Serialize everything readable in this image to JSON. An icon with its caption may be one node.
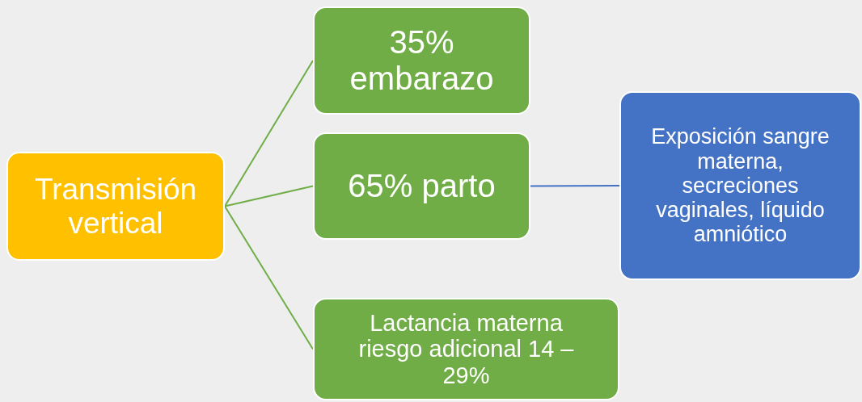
{
  "diagram": {
    "nodes": [
      {
        "text": [
          "Transmisión vertical"
        ]
      },
      {
        "text": [
          "35% embarazo"
        ]
      },
      {
        "text": [
          "65% parto"
        ]
      },
      {
        "text": [
          "Lactancia materna riesgo adicional 14 – 29%"
        ]
      },
      {
        "text": [
          "Exposición sangre materna, secreciones vaginales, líquido amniótico"
        ]
      }
    ],
    "edges": [
      {
        "from": 0,
        "to": 1,
        "arrow": "none"
      },
      {
        "from": 0,
        "to": 2,
        "arrow": "none"
      },
      {
        "from": 0,
        "to": 3,
        "arrow": "none"
      },
      {
        "from": 2,
        "to": 4,
        "arrow": "none",
        "color": "#4472c4"
      }
    ]
  }
}
